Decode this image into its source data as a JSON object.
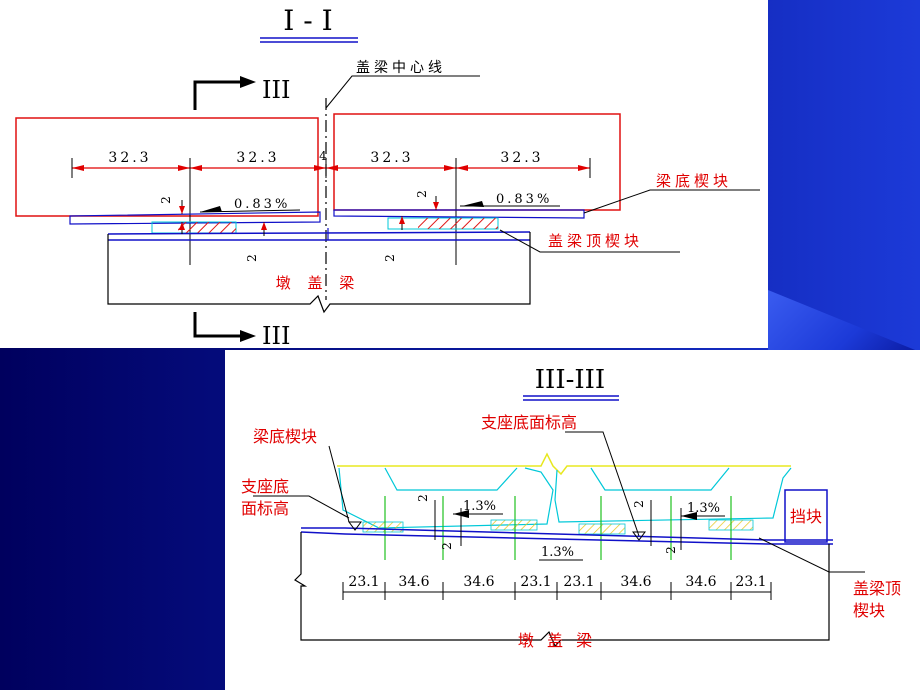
{
  "colors": {
    "outline_red": "#e01010",
    "line_blue": "#1010c8",
    "dim_red": "#e00000",
    "cyan": "#00c8d8",
    "yellow": "#e8e820",
    "green": "#20c020",
    "label_red": "#e00000",
    "hatch_red": "#e01818"
  },
  "top": {
    "title": "I - I",
    "section_mark": "III",
    "section_mark_bottom": "III",
    "centerline_label": "盖梁中心线",
    "dims": [
      "32.3",
      "32.3",
      "32.3",
      "32.3"
    ],
    "center_mark": "4",
    "slope_left": "0.83%",
    "slope_right": "0.83%",
    "gap_labels": [
      "2",
      "2",
      "2",
      "2"
    ],
    "wedge_label": "梁底楔块",
    "cap_wedge_label": "盖梁顶楔块",
    "pier_label": "墩 盖 梁"
  },
  "bottom": {
    "title": "III-III",
    "wedge_label": "梁底楔块",
    "bearing_label_right": "支座底面标高",
    "bearing_label_left_1": "支座底",
    "bearing_label_left_2": "面标高",
    "slope_1": "1.3%",
    "slope_2": "1.3%",
    "slope_3": "1.3%",
    "gap_labels": [
      "2",
      "2",
      "2",
      "2"
    ],
    "block_label": "挡块",
    "cap_wedge_1": "盖梁顶",
    "cap_wedge_2": "楔块",
    "pier_label": "墩 盖 梁",
    "dims": [
      "23.1",
      "34.6",
      "34.6",
      "23.1",
      "23.1",
      "34.6",
      "34.6",
      "23.1"
    ]
  }
}
